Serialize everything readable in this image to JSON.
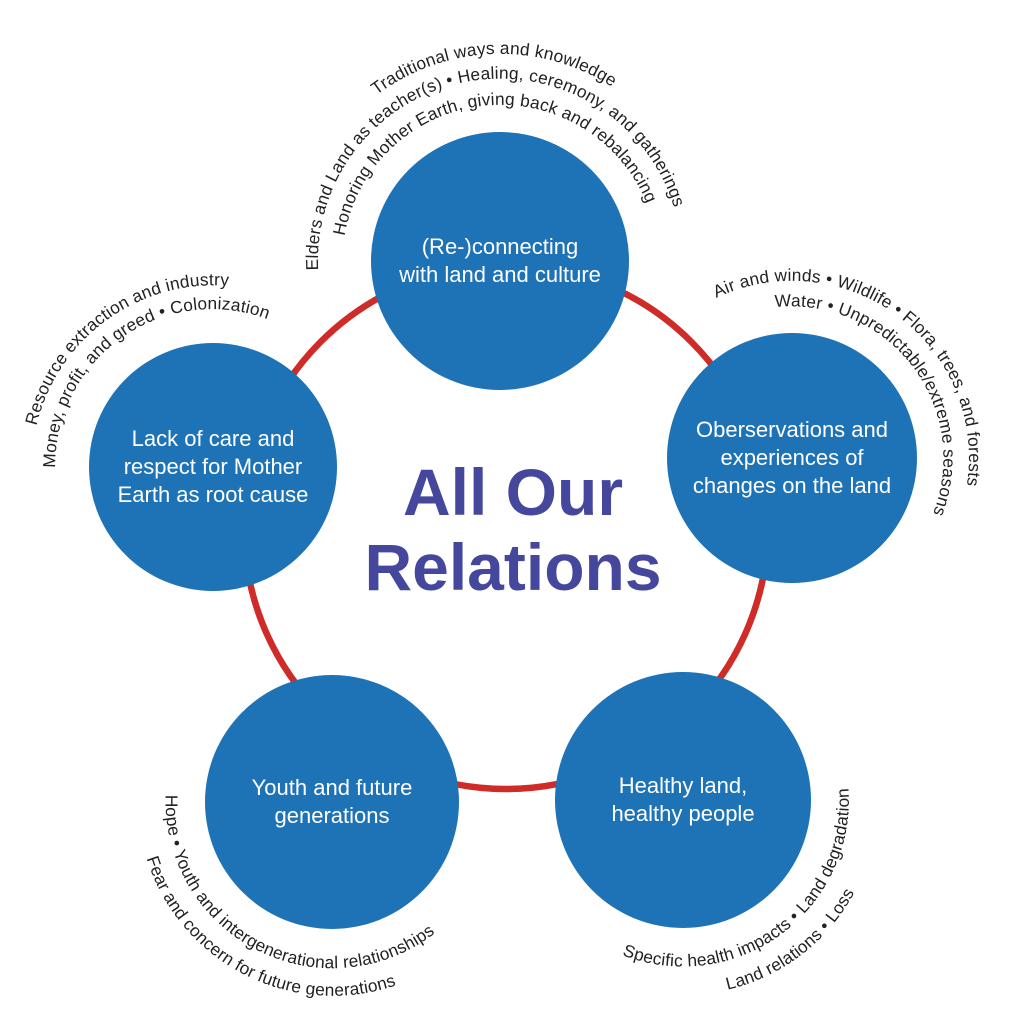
{
  "title": {
    "lines": [
      "All Our",
      "Relations"
    ]
  },
  "colors": {
    "node_blue": "#1e72b6",
    "ring_red": "#cf2b28",
    "title_purple": "#44479b",
    "arc_text": "#212121",
    "node_label_text": "#ffffff"
  },
  "nodes": {
    "top": {
      "label_lines": [
        "(Re-)connecting",
        "with land and culture"
      ],
      "arc_lines": [
        "Traditional ways and knowledge",
        "Elders and Land as teacher(s) • Healing, ceremony, and gatherings",
        "Honoring Mother Earth, giving back and rebalancing"
      ]
    },
    "right": {
      "label_lines": [
        "Oberservations and",
        "experiences of",
        "changes on the land"
      ],
      "arc_lines": [
        "Air and winds • Wildlife • Flora, trees, and forests",
        "Water • Unpredictable/extreme seasons"
      ]
    },
    "left": {
      "label_lines": [
        "Lack of care and",
        "respect for Mother",
        "Earth as root cause"
      ],
      "arc_lines": [
        "Resource extraction and industry",
        "Money, profit, and greed • Colonization"
      ]
    },
    "bottom_left": {
      "label_lines": [
        "Youth and future",
        "generations"
      ],
      "arc_lines": [
        "Hope • Youth and intergenerational relationships",
        "Fear and concern for future generations"
      ]
    },
    "bottom_right": {
      "label_lines": [
        "Healthy land,",
        "healthy people"
      ],
      "arc_lines": [
        "Specific health impacts • Land degradation",
        "Land relations • Loss"
      ]
    }
  }
}
